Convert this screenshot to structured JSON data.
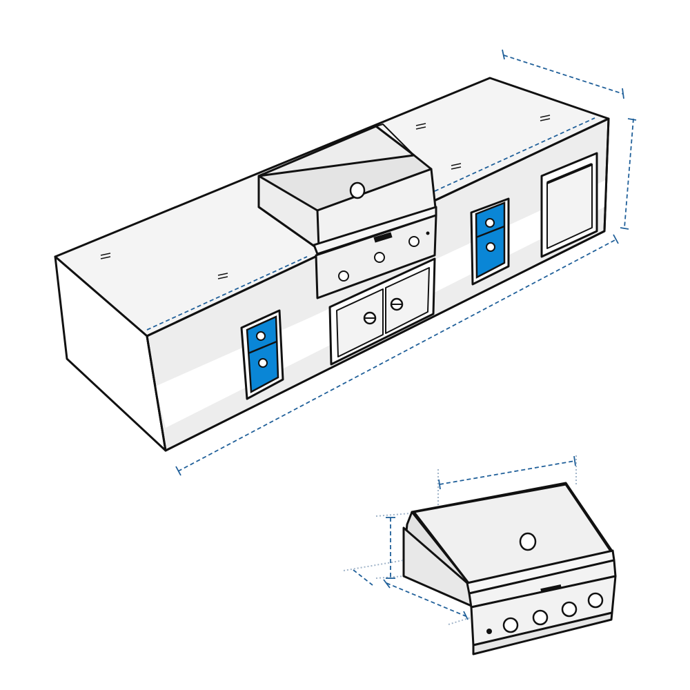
{
  "colors": {
    "outline": "#111111",
    "surface": "#ededed",
    "shadow": "#dddddd",
    "drawer_blue": "#0a86d6",
    "dimension_line": "#1f5f99",
    "guide_line": "#9fb3c8"
  },
  "icons": [
    "outdoor-kitchen-island",
    "built-in-grill",
    "access-drawer",
    "access-door",
    "refrigerator",
    "standalone-grill"
  ]
}
